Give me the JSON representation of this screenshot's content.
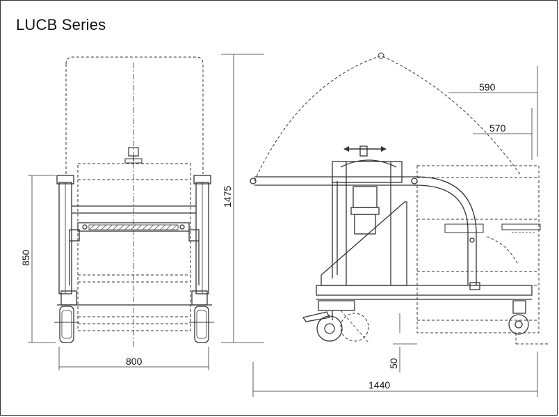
{
  "title": "LUCB Series",
  "dimensions": {
    "width_front": "800",
    "height_front": "850",
    "height_overall": "1475",
    "length_overall": "1440",
    "top_reach": "590",
    "top_reach_inner": "570",
    "ground_clearance": "50"
  }
}
